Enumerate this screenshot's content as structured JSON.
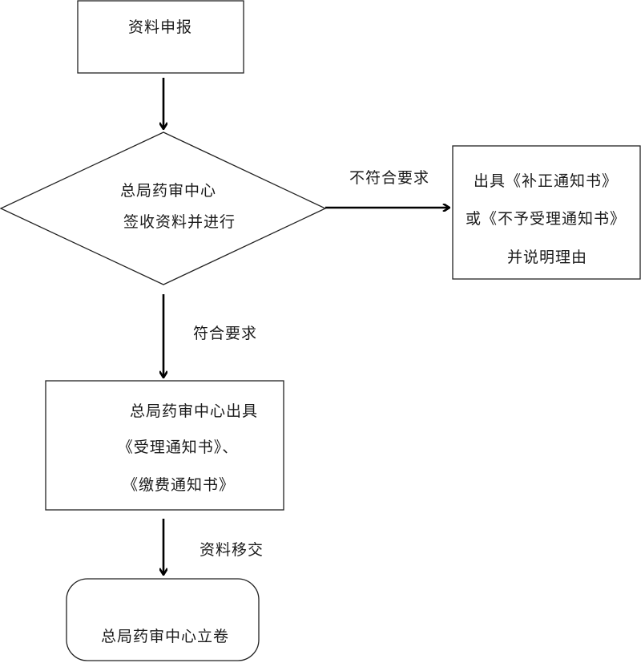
{
  "nodes": {
    "submit": {
      "text": "资料申报"
    },
    "review": {
      "line1": "总局药审中心",
      "line2": "签收资料并进行"
    },
    "reject": {
      "line1": "出具《补正通知书》",
      "line2": "或《不予受理通知书》",
      "line3": "并说明理由"
    },
    "accept": {
      "line1": "总局药审中心出具",
      "line2": "《受理通知书》、",
      "line3": "《缴费通知书》"
    },
    "archive": {
      "text": "总局药审中心立卷"
    }
  },
  "edges": {
    "not_ok": "不符合要求",
    "ok": "符合要求",
    "transfer": "资料移交"
  }
}
